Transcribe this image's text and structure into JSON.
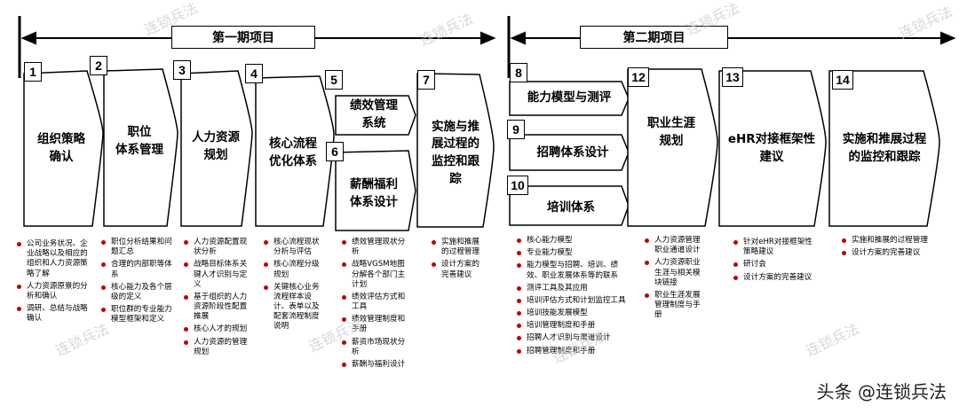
{
  "phases": [
    {
      "label": "第一期项目"
    },
    {
      "label": "第二期项目"
    }
  ],
  "steps": [
    {
      "num": "1",
      "title": "组织策略\n确认"
    },
    {
      "num": "2",
      "title": "职位\n体系管理"
    },
    {
      "num": "3",
      "title": "人力资源\n规划"
    },
    {
      "num": "4",
      "title": "核心流程\n优化体系"
    },
    {
      "num": "5",
      "title": "绩效管理\n系统"
    },
    {
      "num": "6",
      "title": "薪酬福利\n体系设计"
    },
    {
      "num": "7",
      "title": "实施与推\n展过程的\n监控和跟\n踪"
    },
    {
      "num": "8",
      "title": "能力模型与测评"
    },
    {
      "num": "9",
      "title": "招聘体系设计"
    },
    {
      "num": "10",
      "title": "培训体系"
    },
    {
      "num": "12",
      "title": "职业生涯\n规划"
    },
    {
      "num": "13",
      "title": "eHR对接框架性\n建议"
    },
    {
      "num": "14",
      "title": "实施和推展过程\n的监控和跟踪"
    }
  ],
  "bullet_groups": [
    {
      "items": [
        "公司业务状况、企业战略以及相应的组织和人力资源策略了解",
        "人力资源原景的分析和确认",
        "调研、总结与战略确认"
      ]
    },
    {
      "items": [
        "职位分析结果和问题汇总",
        "合理的内部职等体系",
        "核心能力及各个层级的定义",
        "职位群的专业能力模型框架和定义"
      ]
    },
    {
      "items": [
        "人力资源配置现状分析",
        "战略目标体系关键人才识别与定义",
        "基于组织的人力资源阶段性配置推展",
        "核心人才的规划",
        "人力资源的管理规划"
      ]
    },
    {
      "items": [
        "核心流程现状分析与评估",
        "核心流程分级规划",
        "关键核心业务流程样本设计、表单以及配套流程制度说明"
      ]
    },
    {
      "items": [
        "绩效管理现状分析",
        "战略VGSM地图分解各个部门主计划",
        "绩效评估方式和工具",
        "绩效管理制度和手册",
        "薪资市场现状分析",
        "薪酬与福利设计"
      ]
    },
    {
      "items": [
        "实施和推展的过程管理",
        "设计方案的完善建议"
      ]
    },
    {
      "items": [
        "核心能力模型",
        "专业能力模型",
        "能力模型与招聘、培训、绩效、职业发展体系等的联系",
        "测评工具及其应用",
        "培训评估方式和计划监控工具",
        "培训技能发展模型",
        "培训管理制度和手册",
        "招聘人才识别与渠道设计",
        "招聘管理制度和手册"
      ]
    },
    {
      "items": [
        "人力资源管理职业通道设计",
        "人力资源职业生涯与相关模块链接",
        "职业生涯发展管理制度与手册"
      ]
    },
    {
      "items": [
        "针对eHR对接框架性策略建议",
        "研讨会",
        "设计方案的完善建议"
      ]
    },
    {
      "items": [
        "实施和推展的过程管理",
        "设计方案的完善建议"
      ]
    }
  ],
  "watermark": "连锁兵法",
  "credit": "头条 @连锁兵法"
}
